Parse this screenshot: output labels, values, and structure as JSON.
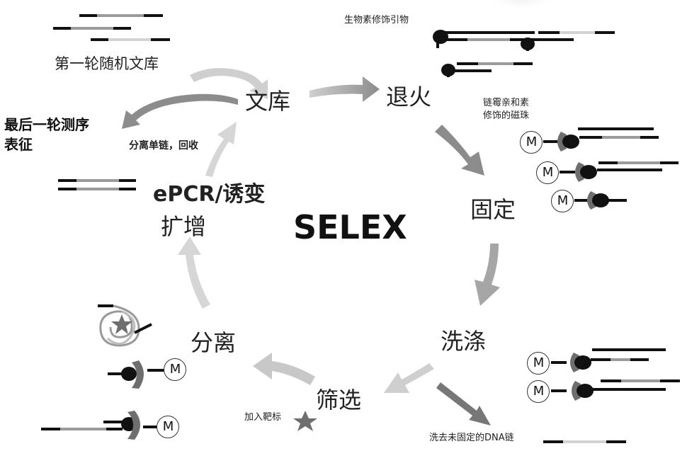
{
  "center_title": "SELEX",
  "steps": {
    "library": "文库",
    "annealing": "退火",
    "fixation": "固定",
    "washing": "洗涤",
    "screening": "筛选",
    "separation": "分离",
    "amplification_line1": "ePCR/诱变",
    "amplification_line2": "扩增"
  },
  "notes": {
    "first_round_library": "第一轮随机文库",
    "biotin_primer": "生物素修饰引物",
    "streptavidin_beads_line1": "链霉亲和素",
    "streptavidin_beads_line2": "修饰的磁珠",
    "wash_unfixed_dna": "洗去未固定的DNA链",
    "add_target": "加入靶标",
    "separate_single_strand": "分离单链，回收",
    "final_round_line1": "最后一轮测序",
    "final_round_line2": "表征"
  },
  "bead_label": "M",
  "colors": {
    "arrow_dark": "#8c8c8c",
    "arrow_light": "#c8c8c8",
    "strand_black": "#111111",
    "strand_gray": "#9a9a9a",
    "strand_light": "#d2d2d2",
    "streptavidin": "#6e6e6e"
  }
}
